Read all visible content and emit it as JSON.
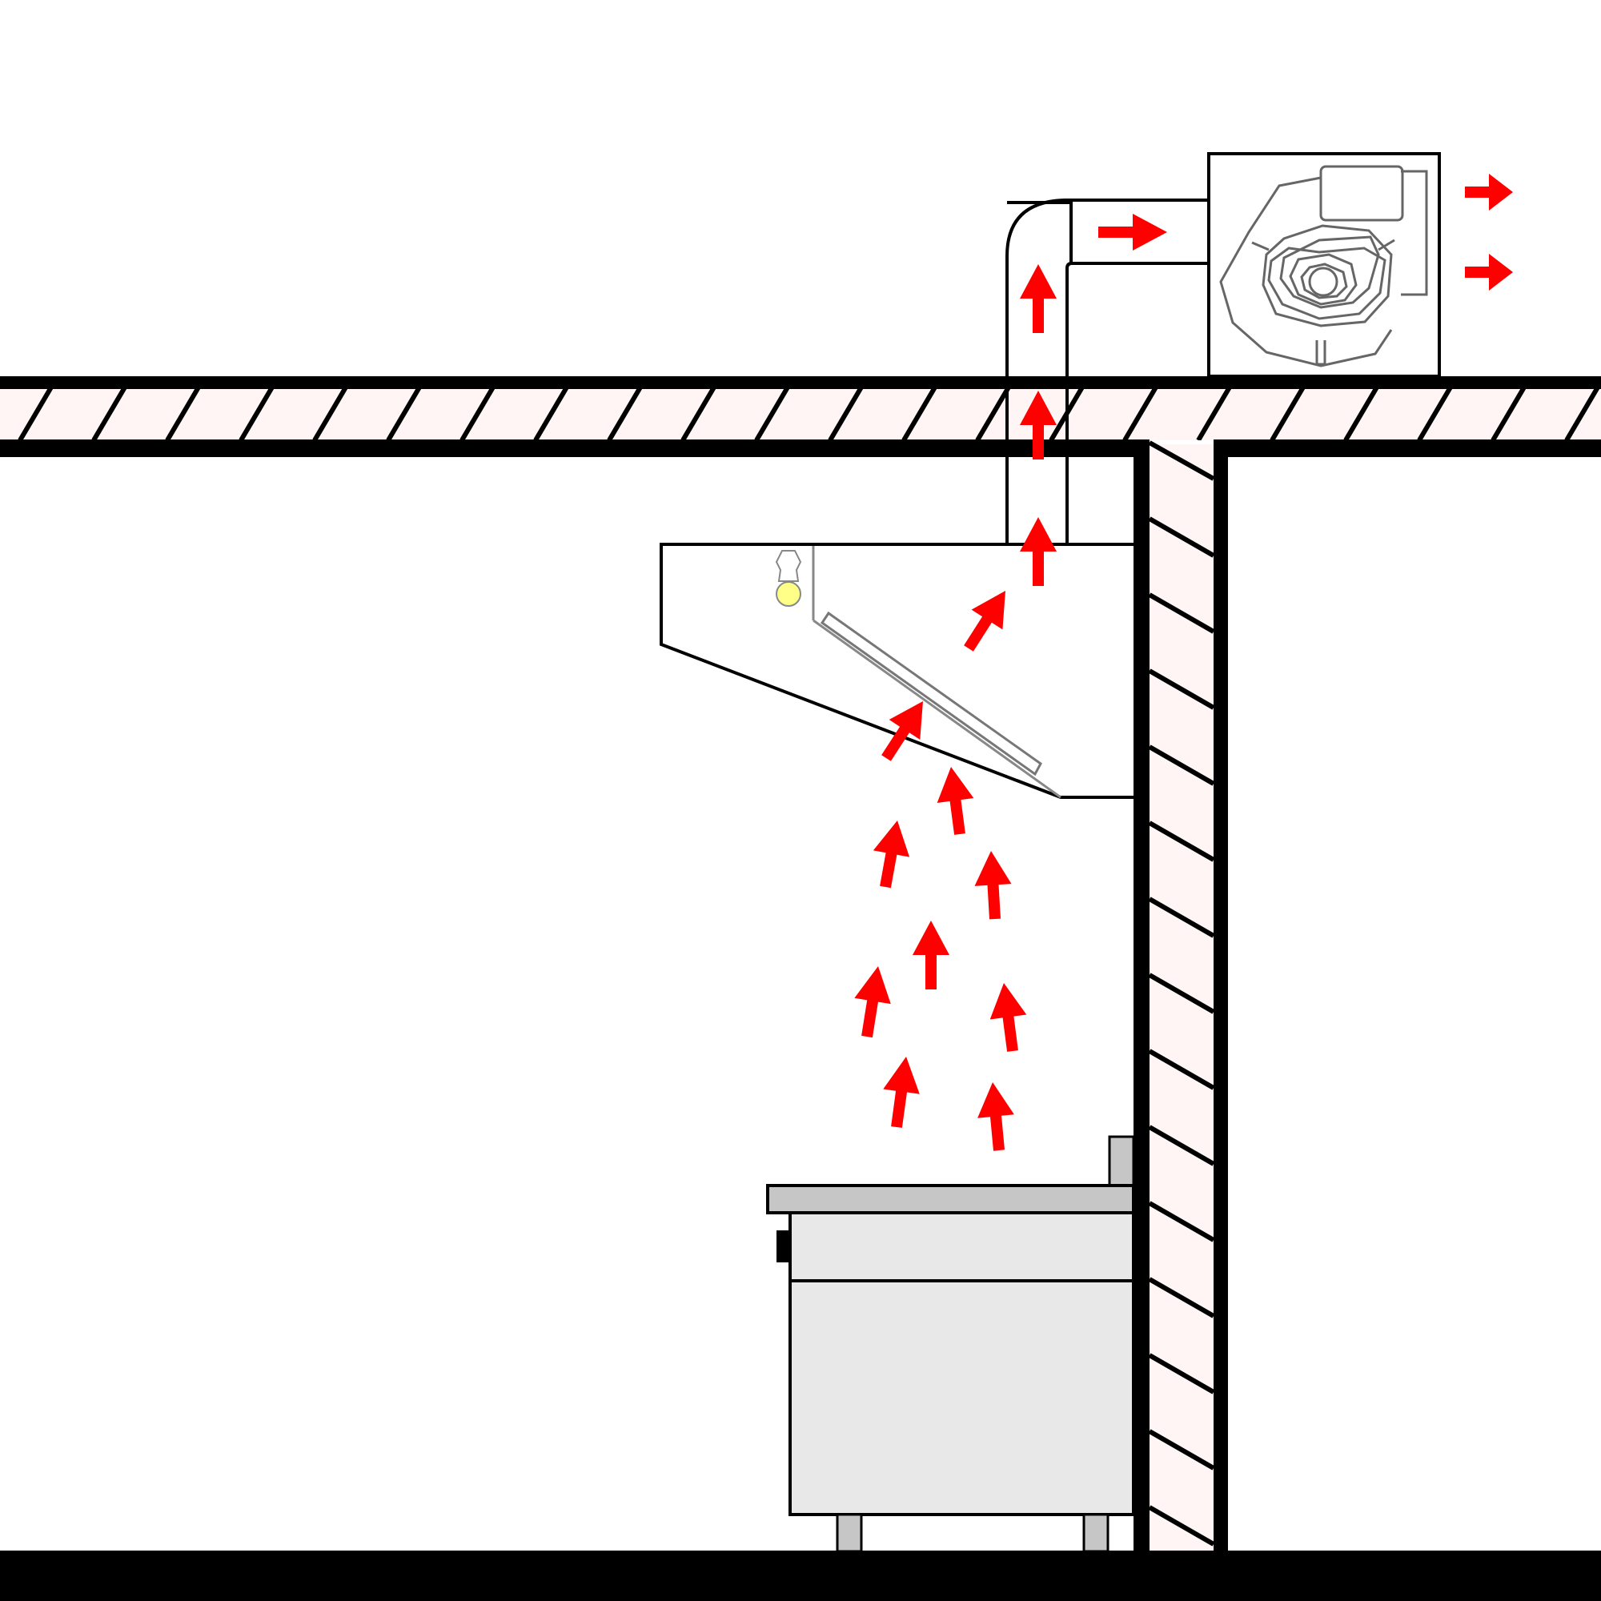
{
  "colors": {
    "line": "#000000",
    "hatch_fill": "#fff5f5",
    "arrow": "#ff0000",
    "appliance_light": "#e8e8e8",
    "appliance_dark": "#c6c6c6",
    "fan_stroke": "#666666",
    "bulb": "#ffff88"
  },
  "icons": {
    "airflow_arrow": "red-arrow-icon",
    "fan": "centrifugal-fan-icon",
    "lamp": "light-bulb-icon",
    "filter": "grease-filter-icon"
  },
  "diagram": {
    "elements": [
      "ceiling",
      "wall",
      "floor",
      "kitchen-hood",
      "grease-filter",
      "hood-light",
      "exhaust-duct",
      "roof-fan",
      "cooking-appliance",
      "airflow-arrows"
    ],
    "labels": []
  }
}
